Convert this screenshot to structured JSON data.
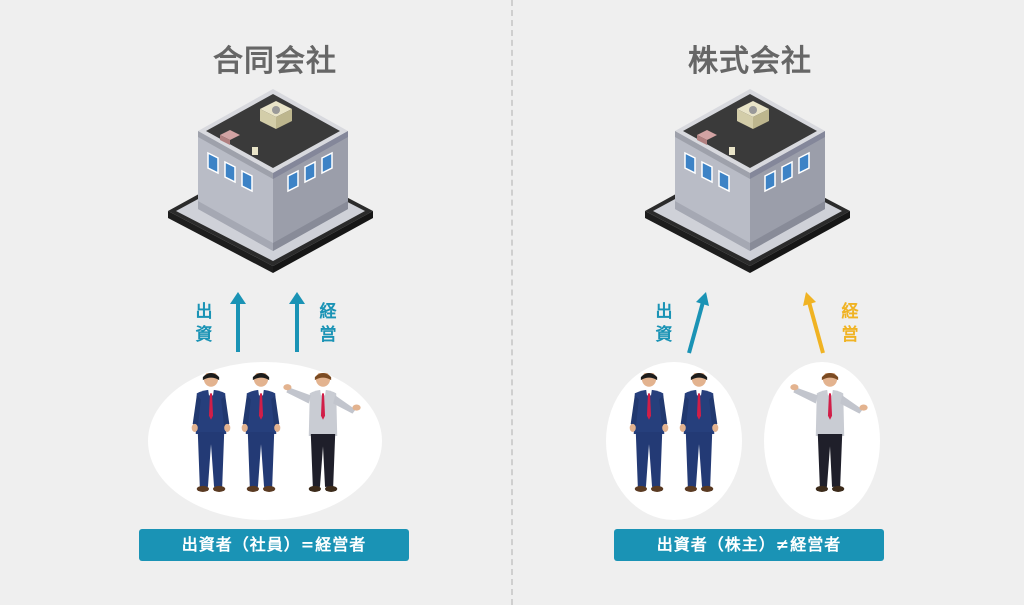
{
  "left": {
    "title": "合同会社",
    "label_investment": "出資",
    "label_management": "経営",
    "caption": "出資者（社員）=経営者"
  },
  "right": {
    "title": "株式会社",
    "label_investment": "出資",
    "label_management": "経営",
    "caption": "出資者（株主）≠経営者"
  },
  "colors": {
    "investment": "#1a93b5",
    "management_left": "#1a93b5",
    "management_right": "#f0b323",
    "caption_bg": "#1a93b5",
    "title": "#666666"
  },
  "icons": [
    "building-icon",
    "businessman-icon",
    "arrow-up-icon"
  ]
}
